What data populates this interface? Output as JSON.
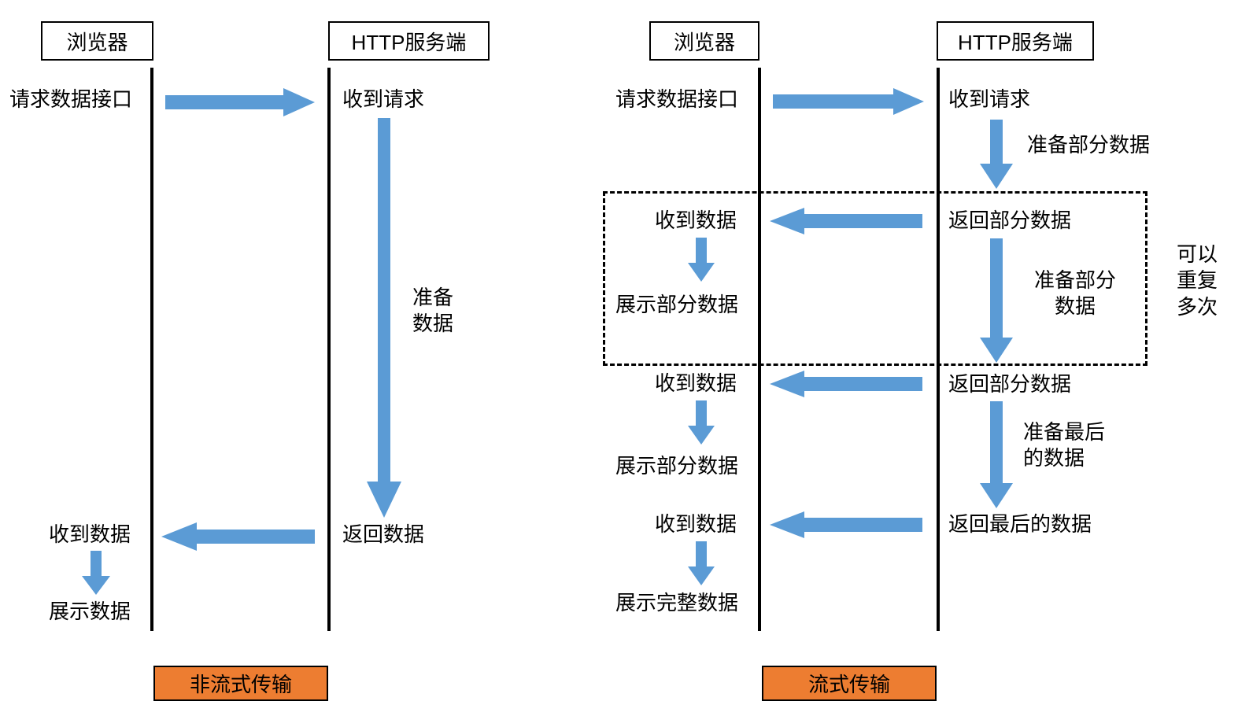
{
  "accent_colors": {
    "arrow_blue": "#5B9BD5",
    "tag_orange": "#ED7D31",
    "stroke_black": "#000000"
  },
  "left_diagram": {
    "caption": "非流式传输",
    "actors": {
      "browser": "浏览器",
      "server": "HTTP服务端"
    },
    "steps": {
      "browser_request": "请求数据接口",
      "server_receive": "收到请求",
      "server_prepare_line1": "准备",
      "server_prepare_line2": "数据",
      "server_return": "返回数据",
      "browser_receive": "收到数据",
      "browser_render": "展示数据"
    }
  },
  "right_diagram": {
    "caption": "流式传输",
    "actors": {
      "browser": "浏览器",
      "server": "HTTP服务端"
    },
    "repeat_note_line1": "可以",
    "repeat_note_line2": "重复",
    "repeat_note_line3": "多次",
    "steps": {
      "browser_request": "请求数据接口",
      "server_receive": "收到请求",
      "server_prepare_partial_1": "准备部分数据",
      "server_return_partial_1": "返回部分数据",
      "browser_receive_1": "收到数据",
      "browser_render_partial_1": "展示部分数据",
      "server_prepare_partial_2_line1": "准备部分",
      "server_prepare_partial_2_line2": "数据",
      "server_return_partial_2": "返回部分数据",
      "browser_receive_2": "收到数据",
      "browser_render_partial_2": "展示部分数据",
      "server_prepare_last_line1": "准备最后",
      "server_prepare_last_line2": "的数据",
      "server_return_last": "返回最后的数据",
      "browser_receive_3": "收到数据",
      "browser_render_full": "展示完整数据"
    }
  }
}
